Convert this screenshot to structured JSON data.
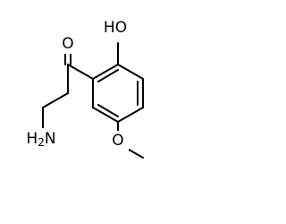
{
  "molecule": {
    "atoms": {
      "oxygen_carbonyl": "O",
      "hydroxyl": "HO",
      "amine": "H2N",
      "oxygen_methoxy": "O"
    }
  }
}
